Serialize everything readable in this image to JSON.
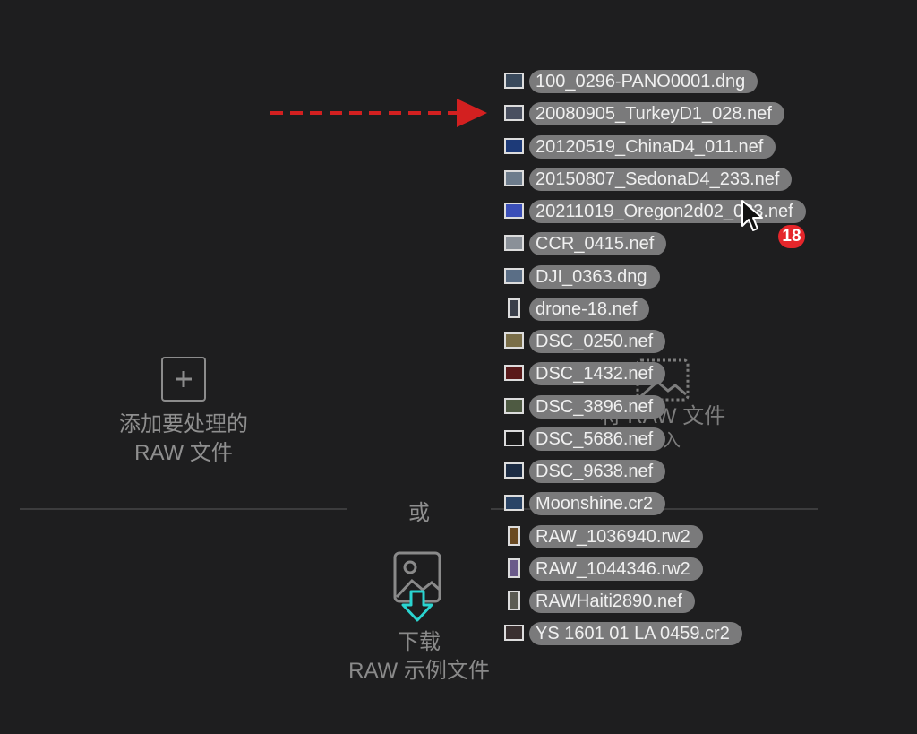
{
  "add_zone": {
    "line1": "添加要处理的",
    "line2": "RAW 文件"
  },
  "drop_zone": {
    "line1": "将 RAW 文件",
    "line2": "拖入"
  },
  "divider": {
    "or_label": "或"
  },
  "download": {
    "line1": "下载",
    "line2": "RAW 示例文件"
  },
  "drag": {
    "count": "18"
  },
  "files": [
    {
      "name": "100_0296-PANO0001.dng",
      "thumb_color": "#3a4a5c",
      "thumb": "landscape"
    },
    {
      "name": "20080905_TurkeyD1_028.nef",
      "thumb_color": "#4a5060",
      "thumb": "landscape"
    },
    {
      "name": "20120519_ChinaD4_011.nef",
      "thumb_color": "#1d3a78",
      "thumb": "landscape"
    },
    {
      "name": "20150807_SedonaD4_233.nef",
      "thumb_color": "#6d7c8c",
      "thumb": "landscape"
    },
    {
      "name": "20211019_Oregon2d02_033.nef",
      "thumb_color": "#3b4fb8",
      "thumb": "landscape"
    },
    {
      "name": "CCR_0415.nef",
      "thumb_color": "#8a9098",
      "thumb": "landscape"
    },
    {
      "name": "DJI_0363.dng",
      "thumb_color": "#5a6e86",
      "thumb": "landscape"
    },
    {
      "name": "drone-18.nef",
      "thumb_color": "#3a3f4a",
      "thumb": "portrait"
    },
    {
      "name": "DSC_0250.nef",
      "thumb_color": "#7a6e48",
      "thumb": "landscape"
    },
    {
      "name": "DSC_1432.nef",
      "thumb_color": "#5a1a1a",
      "thumb": "landscape"
    },
    {
      "name": "DSC_3896.nef",
      "thumb_color": "#4e5a42",
      "thumb": "landscape"
    },
    {
      "name": "DSC_5686.nef",
      "thumb_color": "#1a1a1a",
      "thumb": "landscape"
    },
    {
      "name": "DSC_9638.nef",
      "thumb_color": "#1c2c44",
      "thumb": "landscape"
    },
    {
      "name": "Moonshine.cr2",
      "thumb_color": "#2a4466",
      "thumb": "landscape"
    },
    {
      "name": "RAW_1036940.rw2",
      "thumb_color": "#6a4a22",
      "thumb": "portrait"
    },
    {
      "name": "RAW_1044346.rw2",
      "thumb_color": "#6a5a8a",
      "thumb": "portrait"
    },
    {
      "name": "RAWHaiti2890.nef",
      "thumb_color": "#5a5a52",
      "thumb": "portrait"
    },
    {
      "name": "YS 1601 01 LA 0459.cr2",
      "thumb_color": "#3a3030",
      "thumb": "landscape"
    }
  ],
  "colors": {
    "background": "#1e1e1f",
    "pill": "#7a7a7b",
    "arrow": "#d32020",
    "badge": "#e5262b",
    "download_accent": "#2ad4d0"
  }
}
